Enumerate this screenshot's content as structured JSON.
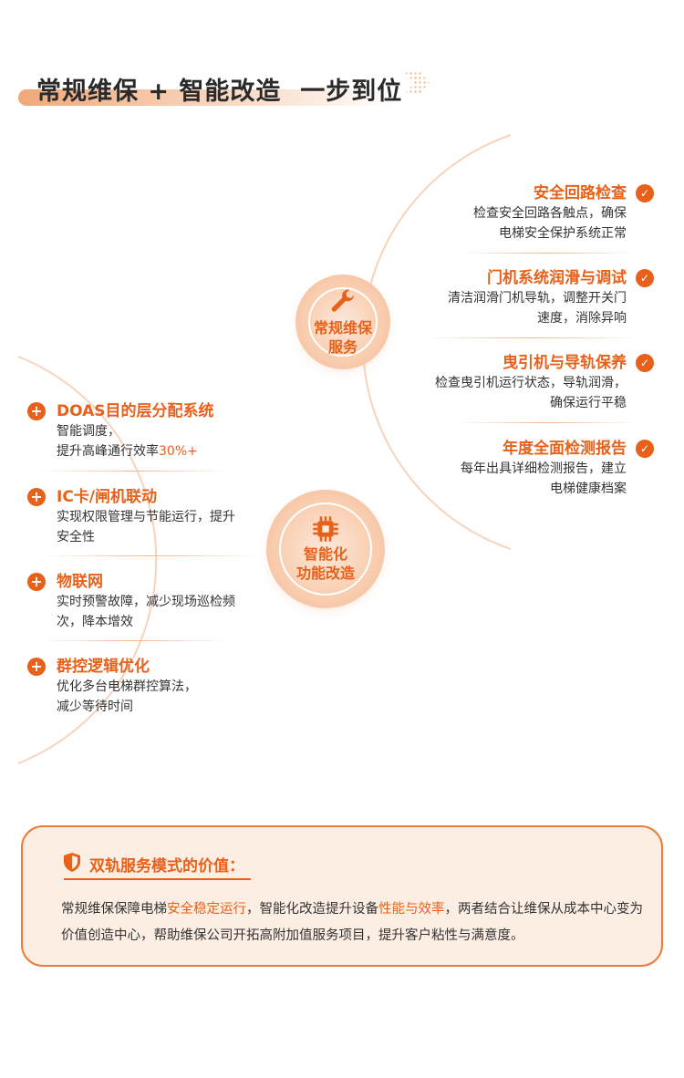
{
  "header": {
    "title": "常规维保 + 智能改造  一步到位"
  },
  "regular": {
    "node_label": [
      "常规维保",
      "服务"
    ],
    "items": [
      {
        "title": "安全回路检查",
        "desc": [
          "检查安全回路各触点，确保",
          "电梯安全保护系统正常"
        ]
      },
      {
        "title": "门机系统润滑与调试",
        "desc": [
          "清洁润滑门机导轨，调整开关门",
          "速度，消除异响"
        ]
      },
      {
        "title": "曳引机与导轨保养",
        "desc": [
          "检查曳引机运行状态，导轨润滑，",
          "确保运行平稳"
        ]
      },
      {
        "title": "年度全面检测报告",
        "desc": [
          "每年出具详细检测报告，建立",
          "电梯健康档案"
        ]
      }
    ]
  },
  "smart": {
    "node_label": [
      "智能化",
      "功能改造"
    ],
    "items": [
      {
        "title": "DOAS目的层分配系统",
        "desc": [
          "智能调度，"
        ],
        "desc2_pre": "提升高峰通行效率",
        "desc2_hl": "30%+"
      },
      {
        "title": "IC卡/闸机联动",
        "desc": [
          "实现权限管理与节能运行，提升",
          "安全性"
        ]
      },
      {
        "title": "物联网",
        "desc": [
          "实时预警故障，减少现场巡检频",
          "次，降本增效"
        ]
      },
      {
        "title": "群控逻辑优化",
        "desc": [
          "优化多台电梯群控算法，",
          "减少等待时间"
        ]
      }
    ]
  },
  "value": {
    "title": "双轨服务模式的价值：",
    "p1": "常规维保保障电梯",
    "h1": "安全稳定运行",
    "p2": "，智能化改造提升设备",
    "h2": "性能与效率",
    "p3": "，两者结合让维保从成本中心变为价值创造中心，帮助维保公司开拓高附加值服务项目，提升客户粘性与满意度。"
  },
  "colors": {
    "accent": "#e8611a",
    "light": "#fdeee4"
  }
}
